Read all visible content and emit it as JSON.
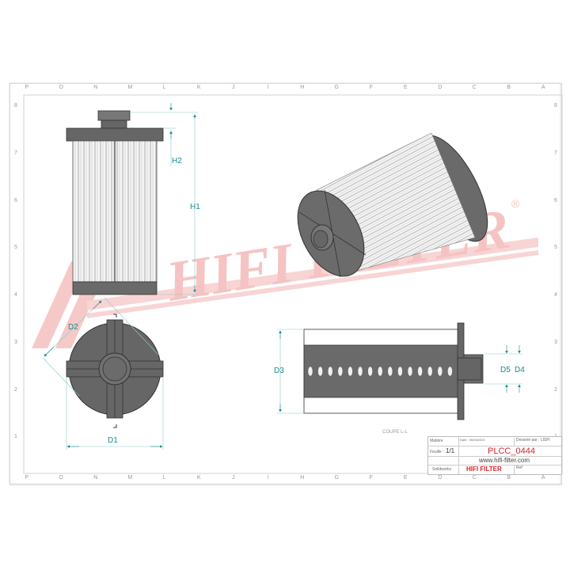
{
  "frame": {
    "columns": [
      "P",
      "O",
      "N",
      "M",
      "L",
      "K",
      "J",
      "I",
      "H",
      "G",
      "F",
      "E",
      "D",
      "C",
      "B",
      "A"
    ],
    "rows": [
      "8",
      "7",
      "6",
      "5",
      "4",
      "3",
      "2",
      "1"
    ]
  },
  "watermark": {
    "text": "HIFI FILTER",
    "registered": "®",
    "color": "#f2b5b5"
  },
  "dimensions": {
    "h1": "H1",
    "h2": "H2",
    "d1": "D1",
    "d2": "D2",
    "d3": "D3",
    "d4": "D4",
    "d5": "D5",
    "color": "#1a8a8a"
  },
  "section_label": "COUPE L-L",
  "title_block": {
    "matiere_label": "Matière",
    "date_label": "Date : 00/00/2021",
    "dessine_par": "Dessiné par : LISH",
    "feuille_label": "Feuille :",
    "feuille_value": "1/1",
    "part_number": "PLCC_0444",
    "website": "www.hifi-filter.com",
    "software": "Solidworks",
    "brand": "HIFI FILTER",
    "ref_label": "Ref"
  }
}
